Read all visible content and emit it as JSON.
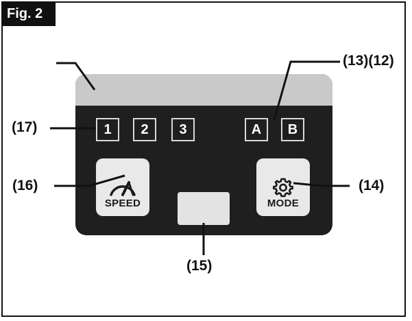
{
  "figure_label": "Fig. 2",
  "mode_buttons": [
    "1",
    "2",
    "3"
  ],
  "profile_buttons": [
    "A",
    "B"
  ],
  "speed_button": {
    "label": "SPEED",
    "icon": "speedometer-icon"
  },
  "mode_button": {
    "label": "MODE",
    "icon": "gear-icon"
  },
  "callouts": {
    "c17": "(17)",
    "c16": "(16)",
    "c15": "(15)",
    "c14": "(14)",
    "c13_12": "(13)(12)"
  },
  "colors": {
    "panel": "#1f1f1f",
    "panel_top": "#c9c9c9",
    "button": "#e9e9e9"
  }
}
